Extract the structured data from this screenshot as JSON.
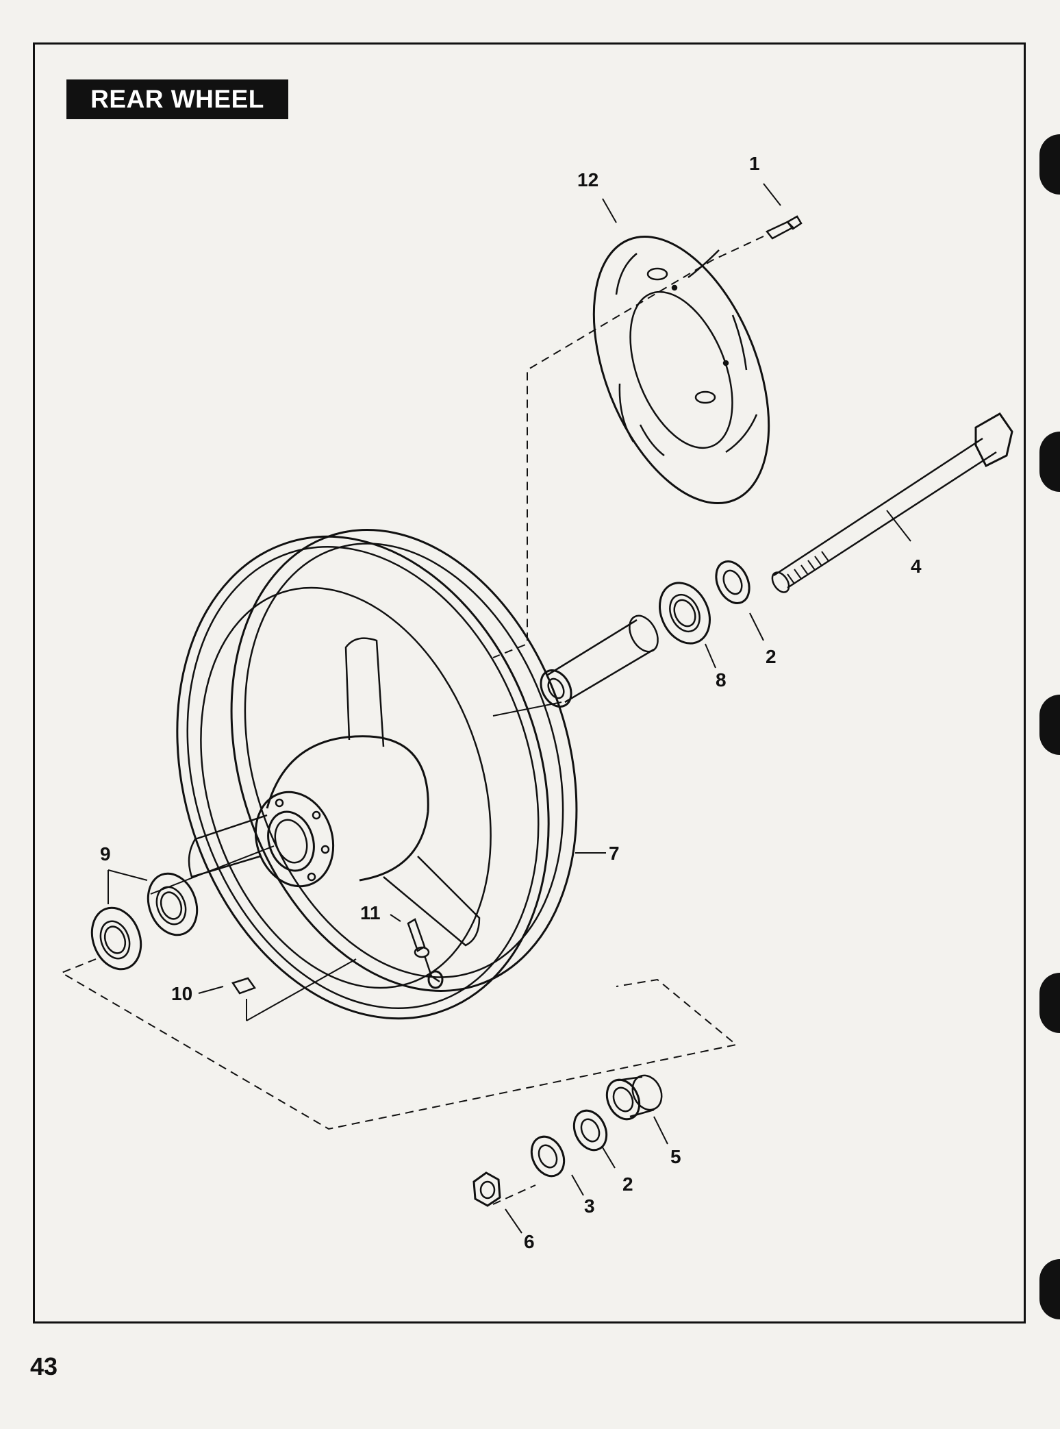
{
  "title": "REAR WHEEL",
  "page_number": "43",
  "callouts": {
    "c1": "1",
    "c12": "12",
    "c4": "4",
    "c2a": "2",
    "c8": "8",
    "c7": "7",
    "c9": "9",
    "c11": "11",
    "c10": "10",
    "c5": "5",
    "c2b": "2",
    "c3": "3",
    "c6": "6"
  }
}
